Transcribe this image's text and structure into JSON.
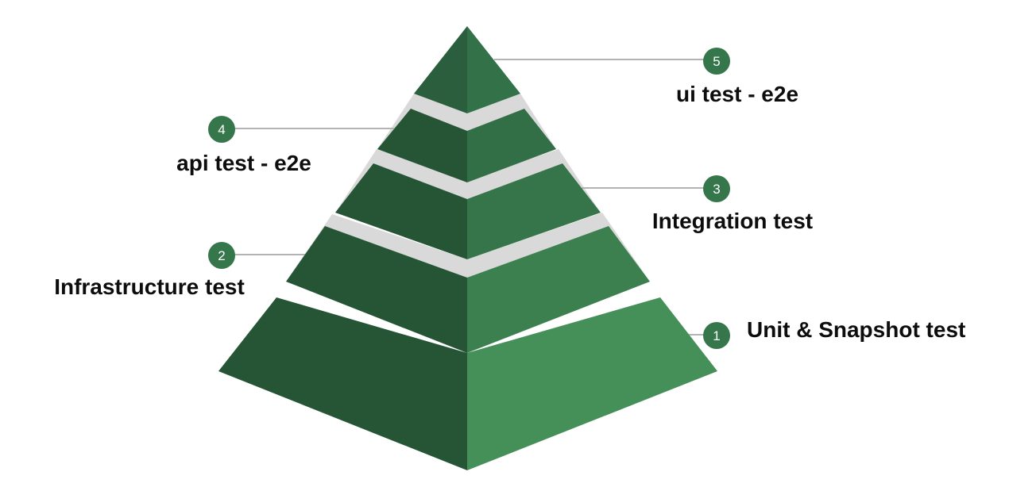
{
  "colors": {
    "band_gap": "#d9d9d9",
    "connector_line": "#b3b3b3",
    "badge": "#35774a",
    "label_text": "#0d0d0d",
    "badge_text": "#ffffff"
  },
  "levels": [
    {
      "number": "1",
      "label": "Unit & Snapshot test",
      "left_face_color": "#255535",
      "right_face_color": "#458f58"
    },
    {
      "number": "2",
      "label": "Infrastructure test",
      "left_face_color": "#255535",
      "right_face_color": "#3d8050"
    },
    {
      "number": "3",
      "label": "Integration test",
      "left_face_color": "#255535",
      "right_face_color": "#36744a"
    },
    {
      "number": "4",
      "label": "api test - e2e",
      "left_face_color": "#255535",
      "right_face_color": "#326f47"
    },
    {
      "number": "5",
      "label": "ui test - e2e",
      "left_face_color": "#2a5e3c",
      "right_face_color": "#337148"
    }
  ]
}
